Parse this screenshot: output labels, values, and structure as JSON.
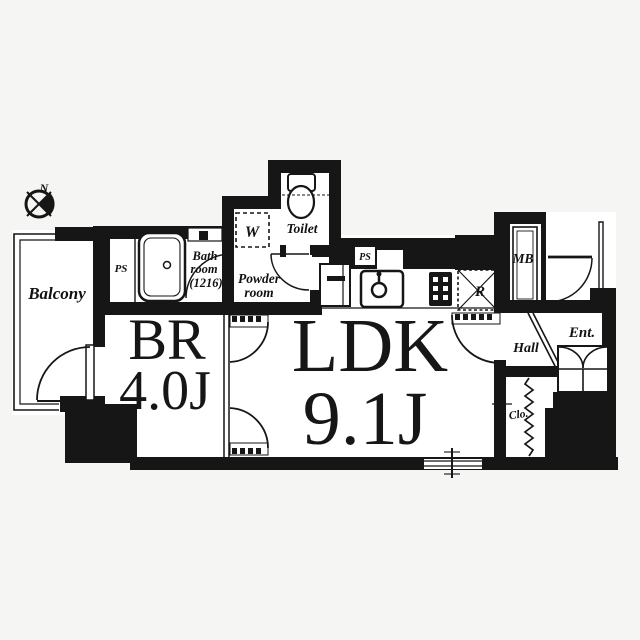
{
  "compass": {
    "north_label": "N"
  },
  "rooms": {
    "balcony": {
      "label": "Balcony"
    },
    "bedroom": {
      "label": "BR",
      "size": "4.0J"
    },
    "ldk": {
      "label": "LDK",
      "size": "9.1J"
    },
    "bathroom": {
      "label_line1": "Bath",
      "label_line2": "room",
      "label_line3": "(1216)"
    },
    "powder_room": {
      "label_line1": "Powder",
      "label_line2": "room"
    },
    "toilet": {
      "label": "Toilet"
    },
    "washer_space": {
      "label": "W"
    },
    "pipe_space_left": {
      "label": "PS"
    },
    "pipe_space_kitchen": {
      "label": "PS"
    },
    "refrigerator_space": {
      "label": "R"
    },
    "meter_box": {
      "label": "MB"
    },
    "hall": {
      "label": "Hall"
    },
    "entrance": {
      "label": "Ent."
    },
    "closet": {
      "label": "Clo."
    }
  },
  "colors": {
    "background": "#f5f5f4",
    "wall": "#161616",
    "floor": "#ffffff",
    "line": "#111111"
  }
}
